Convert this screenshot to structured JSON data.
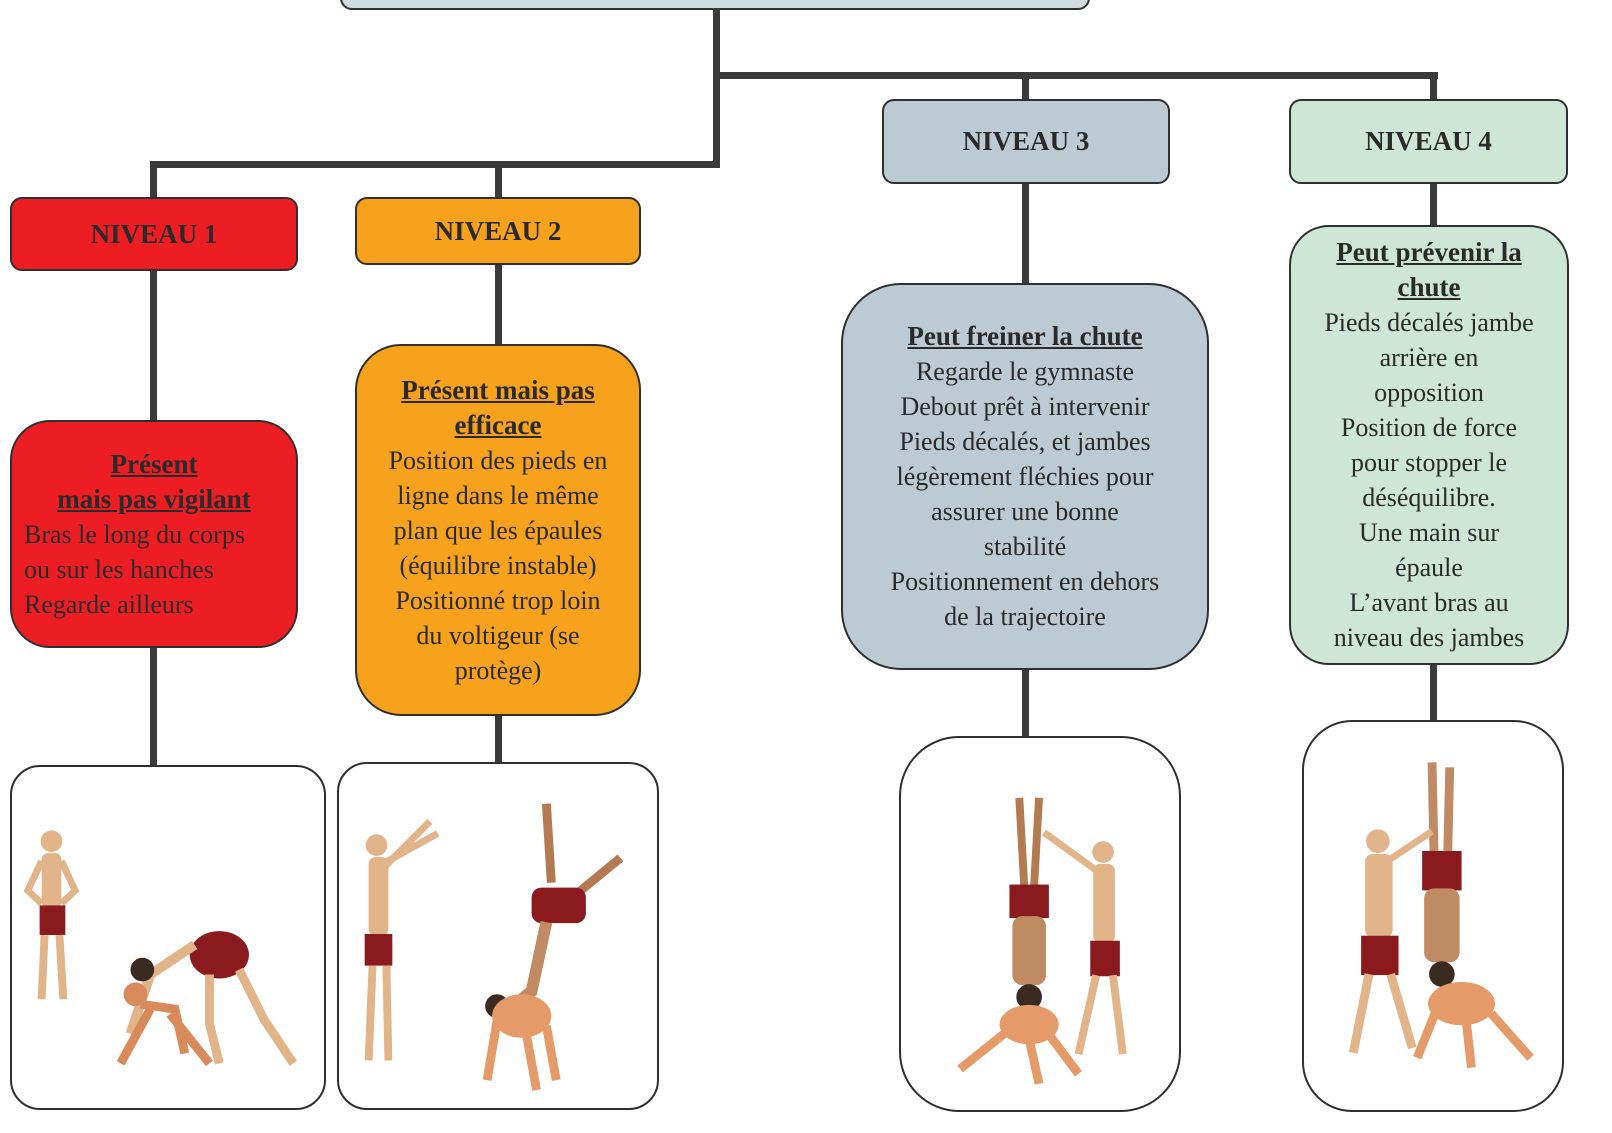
{
  "colors": {
    "level1": "#ec1e24",
    "level2": "#f6a21d",
    "level3": "#bccbd3",
    "level4": "#cde6d6",
    "root": "#cfdde3",
    "line": "#3b3b3b",
    "shorts": "#8a1a1d",
    "skin": "#e2b48a"
  },
  "levels": [
    {
      "label": "NIVEAU 1",
      "title": "Présent\nmais pas vigilant",
      "lines": "Bras le long du corps\nou sur les hanches\nRegarde ailleurs"
    },
    {
      "label": "NIVEAU 2",
      "title": "Présent mais pas efficace",
      "lines": "Position des pieds en\nligne dans le même\nplan que les épaules\n(équilibre instable)\nPositionné trop loin\ndu voltigeur (se\nprotège)"
    },
    {
      "label": "NIVEAU 3",
      "title": "Peut freiner la chute",
      "lines": "Regarde le gymnaste\nDebout prêt à intervenir\nPieds décalés, et jambes\nlégèrement fléchies pour\nassurer une bonne\nstabilité\nPositionnement en dehors\nde la trajectoire"
    },
    {
      "label": "NIVEAU 4",
      "title": "Peut prévenir la chute",
      "lines": "Pieds décalés jambe\narrière en\nopposition\nPosition de force\npour stopper le\ndéséquilibre.\nUne main sur\népaule\nL’avant bras au\nniveau des jambes"
    }
  ],
  "images": [
    {
      "icon": "gymnasts-level1-icon"
    },
    {
      "icon": "gymnasts-level2-icon"
    },
    {
      "icon": "gymnasts-level3-icon"
    },
    {
      "icon": "gymnasts-level4-icon"
    }
  ]
}
